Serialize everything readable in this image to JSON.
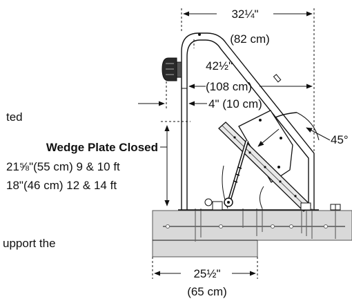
{
  "labels": {
    "top_width_in": "32¼\"",
    "top_width_cm": "(82 cm)",
    "diag_in": "42½\"",
    "diag_cm": "(108 cm)",
    "offset": "4\" (10 cm)",
    "angle": "45°",
    "wedge_title": "Wedge Plate Closed",
    "wedge_line1": "21⅝\"(55 cm) 9 & 10 ft",
    "wedge_line2": "18\"(46 cm) 12 & 14 ft",
    "bottom_in": "25½\"",
    "bottom_cm": "(65 cm)",
    "left_text_1": "ted",
    "left_text_2": "upport the"
  }
}
